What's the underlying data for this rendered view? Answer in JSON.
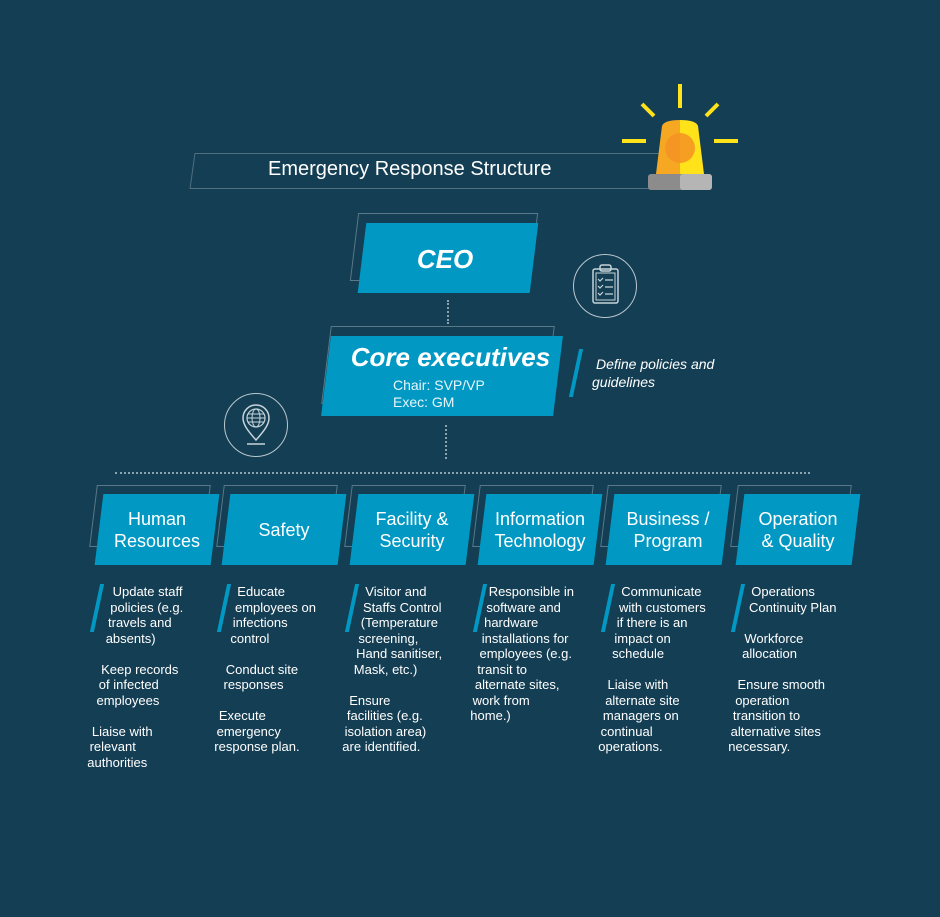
{
  "title": "Emergency Response Structure",
  "ceo": {
    "label": "CEO"
  },
  "core": {
    "label": "Core executives",
    "chair": "Chair: SVP/VP",
    "exec": "Exec: GM"
  },
  "policy_note": {
    "line1": "Define policies and",
    "line2": "guidelines"
  },
  "colors": {
    "background": "#143e53",
    "accent": "#0199c4",
    "siren_yellow": "#ffe21a",
    "siren_orange": "#f7a823"
  },
  "icons": [
    "siren-icon",
    "clipboard-checklist-icon",
    "globe-location-pin-icon"
  ],
  "departments": [
    {
      "title": [
        "Human",
        "Resources"
      ],
      "items": [
        [
          "Update staff",
          "policies (e.g.",
          "travels and",
          "absents)"
        ],
        [
          "Keep records",
          "of infected",
          "employees"
        ],
        [
          "Liaise with",
          "relevant",
          "authorities"
        ]
      ]
    },
    {
      "title": [
        "Safety"
      ],
      "items": [
        [
          "Educate",
          "employees on",
          "infections",
          "control"
        ],
        [
          "Conduct site",
          "responses"
        ],
        [
          "Execute",
          "emergency",
          "response plan."
        ]
      ]
    },
    {
      "title": [
        "Facility &",
        "Security"
      ],
      "items": [
        [
          "Visitor and",
          "Staffs Control",
          "(Temperature",
          "screening,",
          "Hand sanitiser,",
          "Mask, etc.)"
        ],
        [
          "Ensure",
          "facilities (e.g.",
          "isolation area)",
          "are identified."
        ]
      ]
    },
    {
      "title": [
        "Information",
        "Technology"
      ],
      "items": [
        [
          "Responsible in",
          "software and",
          "hardware",
          "installations for",
          "employees (e.g.",
          "transit to",
          "alternate sites,",
          "work from",
          "home.)"
        ]
      ]
    },
    {
      "title": [
        "Business /",
        "Program"
      ],
      "items": [
        [
          "Communicate",
          "with customers",
          "if there is an",
          "impact on",
          "schedule"
        ],
        [
          "Liaise with",
          "alternate site",
          "managers on",
          "continual",
          "operations."
        ]
      ]
    },
    {
      "title": [
        "Operation",
        "& Quality"
      ],
      "items": [
        [
          "Operations",
          "Continuity Plan"
        ],
        [
          "Workforce",
          "allocation"
        ],
        [
          "Ensure smooth",
          "operation",
          "transition to",
          "alternative sites",
          "necessary."
        ]
      ]
    }
  ]
}
